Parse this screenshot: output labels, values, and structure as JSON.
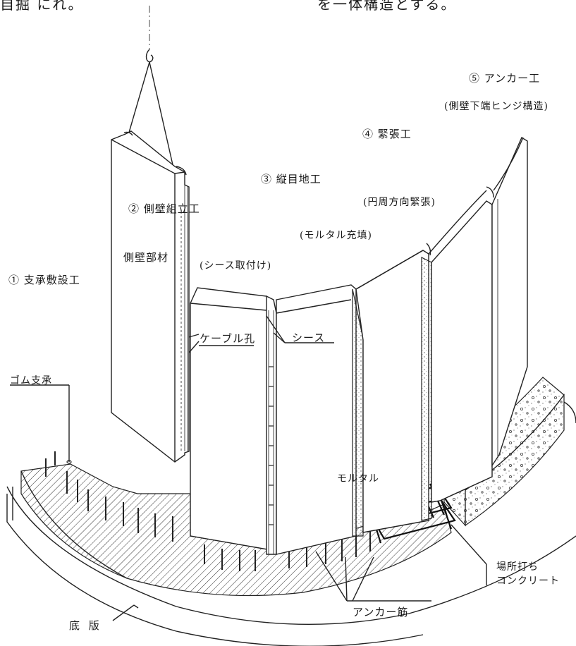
{
  "header_fragment_left": "自掘 にれ。",
  "header_fragment_right": "を一体構造とする。",
  "labels": {
    "step1": "① 支承敷設工",
    "step2": "② 側壁組立工",
    "step3": "③ 縦目地工",
    "step4": "④ 緊張工",
    "step5": "⑤ アンカー工",
    "hinge": "(側壁下端ヒンジ構造)",
    "circ_tension": "(円周方向緊張)",
    "mortar_fill": "(モルタル充填)",
    "sheath_attach": "(シース取付け)",
    "wall_member": "側壁部材",
    "cable_hole": "ケーブル孔",
    "sheath": "シース",
    "rubber_bearing": "ゴム支承",
    "mortar": "モルタル",
    "cast_in_place_1": "場所打ち",
    "cast_in_place_2": "コンクリート",
    "anchor_bar": "アンカー筋",
    "base_slab": "底 版"
  }
}
